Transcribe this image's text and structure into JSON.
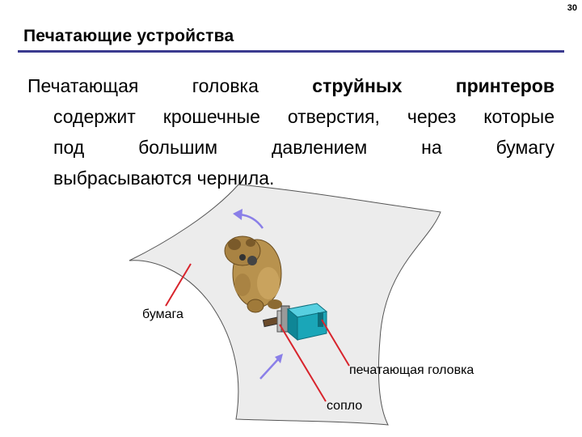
{
  "page_number": "30",
  "title": "Печатающие устройства",
  "body": {
    "line1_start": "Печатающая головка ",
    "line1_bold": "струйных принтеров",
    "line2": "содержит крошечные отверстия, через которые",
    "line3": "под большим давлением на бумагу",
    "line4": "выбрасываются чернила."
  },
  "figure": {
    "label_paper": "бумага",
    "label_head": "печатающая головка",
    "label_nozzle": "сопло"
  },
  "colors": {
    "title_rule": "#3b3b8f",
    "pointer_lines": "#d8242c",
    "motion_arrows": "#8a7fe8",
    "head_body": "#1aa6b8",
    "paper_fill": "#ececec"
  }
}
